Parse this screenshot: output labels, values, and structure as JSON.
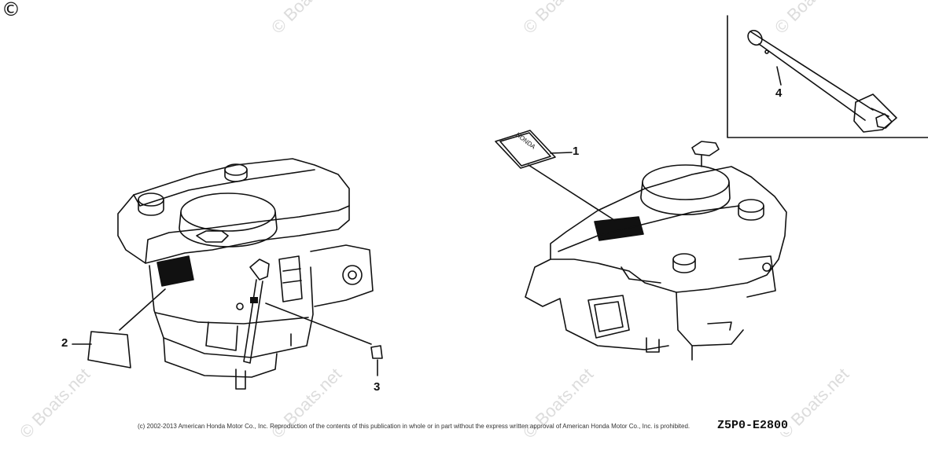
{
  "copyright_mark": "©",
  "watermark": "© Boats.net",
  "callouts": {
    "one": "1",
    "two": "2",
    "three": "3",
    "four": "4"
  },
  "label_text": "HONDA",
  "footer": {
    "copyright": "(c) 2002-2013 American Honda Motor Co., Inc. Reproduction of the contents of this publication in whole or in part without the express written approval of American Honda Motor Co., Inc. is prohibited.",
    "diagram_code": "Z5P0-E2800"
  },
  "colors": {
    "ink": "#111111",
    "watermark": "#dcdcdc",
    "background": "#ffffff"
  }
}
